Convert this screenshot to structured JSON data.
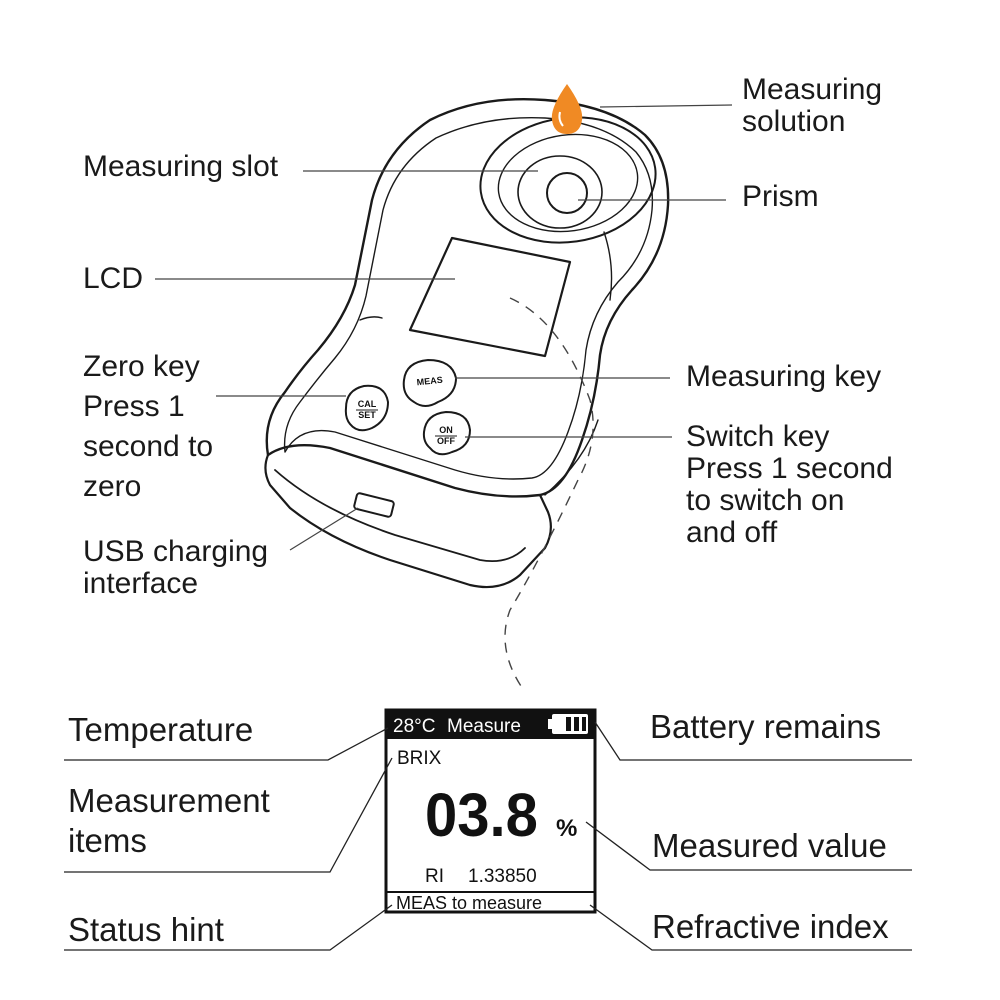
{
  "colors": {
    "drop": "#f08a24",
    "ink": "#1a1a1a",
    "background": "#ffffff"
  },
  "device": {
    "keys": {
      "meas": "MEAS",
      "cal_top": "CAL",
      "cal_bottom": "SET",
      "on_top": "ON",
      "on_bottom": "OFF"
    }
  },
  "callouts": {
    "measuring_solution": [
      "Measuring",
      "solution"
    ],
    "measuring_slot": "Measuring slot",
    "prism": "Prism",
    "lcd": "LCD",
    "zero_key": [
      "Zero key",
      "Press 1",
      "second to",
      "zero"
    ],
    "measuring_key": "Measuring key",
    "switch_key": [
      "Switch key",
      "Press 1 second",
      "to switch on",
      "and off"
    ],
    "usb": [
      "USB charging",
      "interface"
    ]
  },
  "screen": {
    "temperature": "28°C",
    "mode": "Measure",
    "item": "BRIX",
    "value": "03.8",
    "unit": "%",
    "ri_label": "RI",
    "ri_value": "1.33850",
    "hint": "MEAS to measure",
    "battery_level": 1.0
  },
  "screen_callouts": {
    "temperature": "Temperature",
    "battery": "Battery remains",
    "items": [
      "Measurement",
      "items"
    ],
    "value": "Measured value",
    "status": "Status hint",
    "refractive": "Refractive index"
  }
}
